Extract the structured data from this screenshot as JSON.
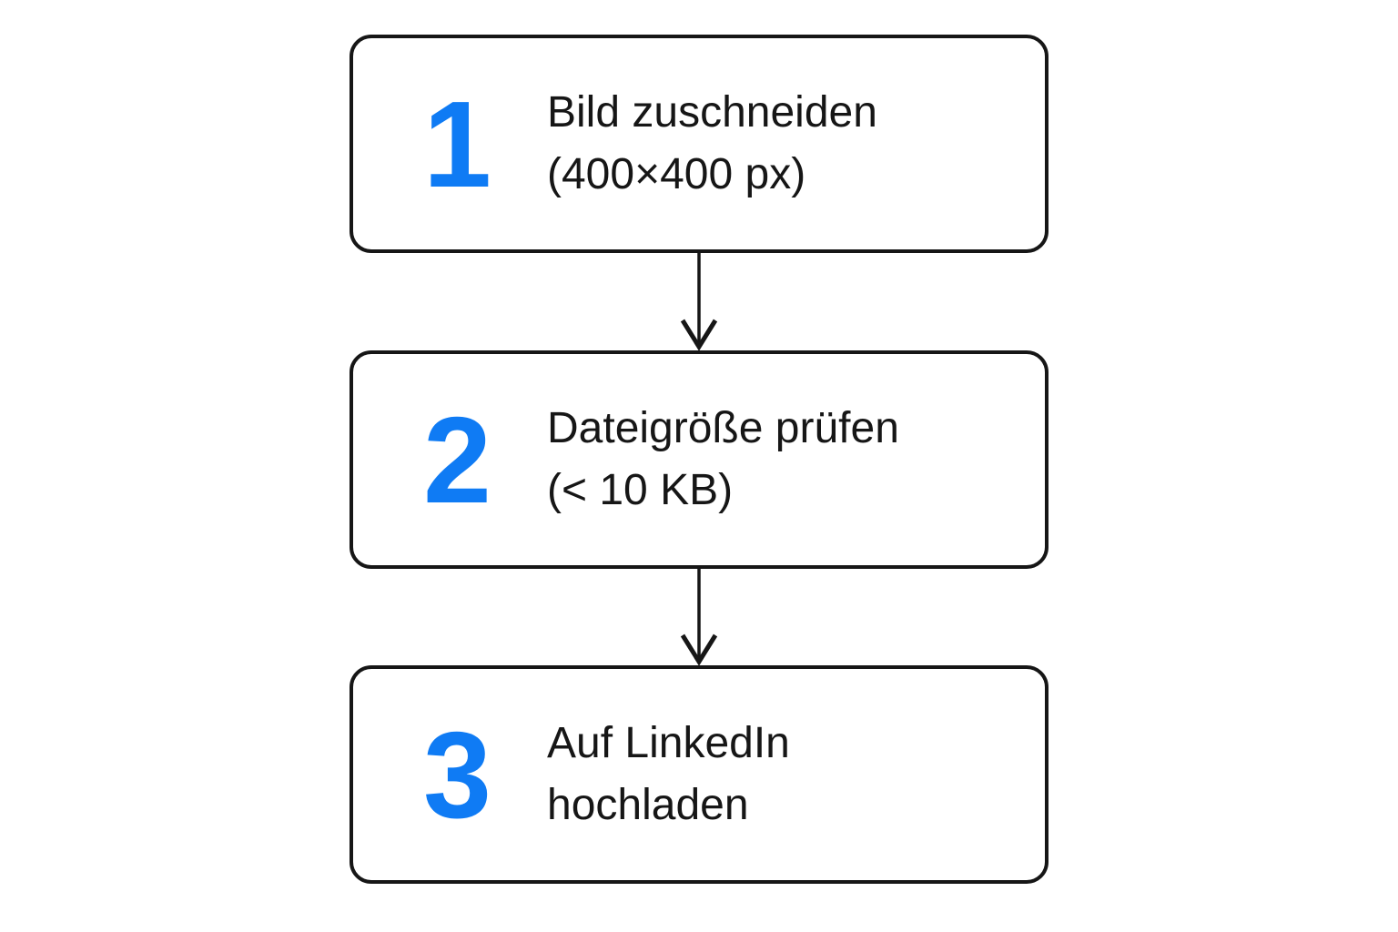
{
  "diagram": {
    "type": "flowchart",
    "direction": "top-to-bottom",
    "accent_color": "#0f7bf4",
    "line_color": "#161616",
    "background_color": "#ffffff",
    "steps": [
      {
        "number": "1",
        "line1": "Bild zuschneiden",
        "line2": "(400×400 px)"
      },
      {
        "number": "2",
        "line1": "Dateigröße prüfen",
        "line2": "(< 10 KB)"
      },
      {
        "number": "3",
        "line1": "Auf LinkedIn",
        "line2": "hochladen"
      }
    ]
  }
}
